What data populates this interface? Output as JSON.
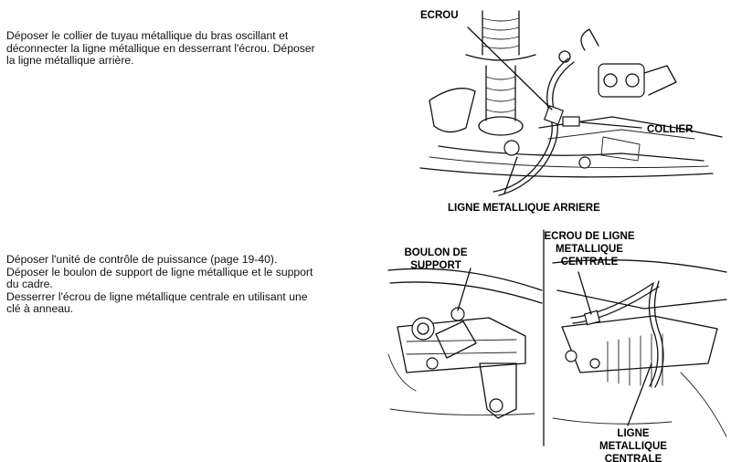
{
  "steps": [
    {
      "text": "Déposer le collier de tuyau métallique du bras oscillant et\ndéconnecter la ligne métallique en desserrant l'écrou. Déposer\nla ligne métallique arrière."
    },
    {
      "text": "Déposer l'unité de contrôle de puissance (page 19-40).\nDéposer le boulon de support de ligne métallique et le support\ndu cadre.\nDesserrer l'écrou de ligne métallique centrale en utilisant une\nclé à anneau."
    }
  ],
  "figure1": {
    "labels": {
      "ecrou": "ECROU",
      "collier": "COLLIER",
      "ligne_arriere": "LIGNE METALLIQUE ARRIERE"
    }
  },
  "figure2": {
    "labels": {
      "boulon_line1": "BOULON DE",
      "boulon_line2": "SUPPORT",
      "ecrou_line1": "ECROU DE LIGNE",
      "ecrou_line2": "METALLIQUE",
      "ecrou_line3": "CENTRALE",
      "ligne_line1": "LIGNE",
      "ligne_line2": "METALLIQUE",
      "ligne_line3": "CENTRALE"
    }
  }
}
